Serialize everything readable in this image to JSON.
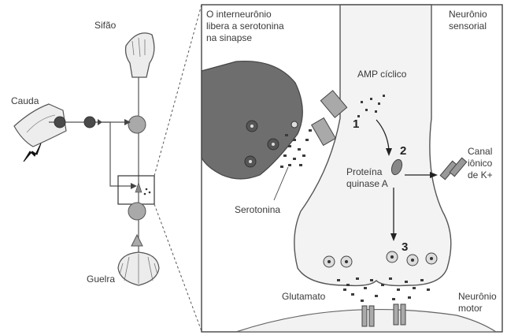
{
  "left": {
    "sifao": "Sifão",
    "cauda": "Cauda",
    "guelra": "Guelra"
  },
  "panel": {
    "interneuron_line1": "O interneurônio",
    "interneuron_line2": "libera a serotonina",
    "interneuron_line3": "na sinapse",
    "sensory_line1": "Neurônio",
    "sensory_line2": "sensorial",
    "camp": "AMP cíclico",
    "step1": "1",
    "step2": "2",
    "step3": "3",
    "pka_line1": "Proteína",
    "pka_line2": "quinase A",
    "channel_line1": "Canal",
    "channel_line2": "iônico",
    "channel_line3": "de K+",
    "serotonin": "Serotonina",
    "glutamate": "Glutamato",
    "motor_line1": "Neurônio",
    "motor_line2": "motor"
  },
  "colors": {
    "neuron_dark": "#6e6e6e",
    "neuron_light": "#a9a9a9",
    "outline": "#555555",
    "panel_fill": "#f3f3f3",
    "dots": "#3c3c3c"
  }
}
